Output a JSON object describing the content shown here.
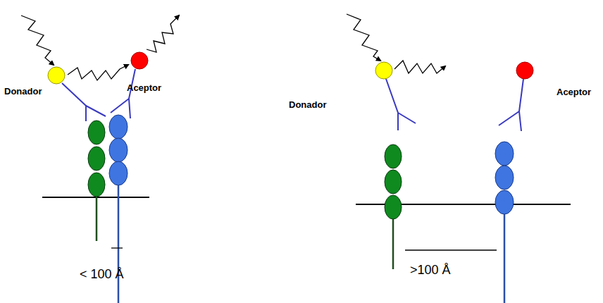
{
  "diagram": {
    "labels": [
      "Donador",
      "Aceptor",
      "< 100 Å",
      "Donador",
      "Aceptor",
      ">100 Å"
    ]
  }
}
